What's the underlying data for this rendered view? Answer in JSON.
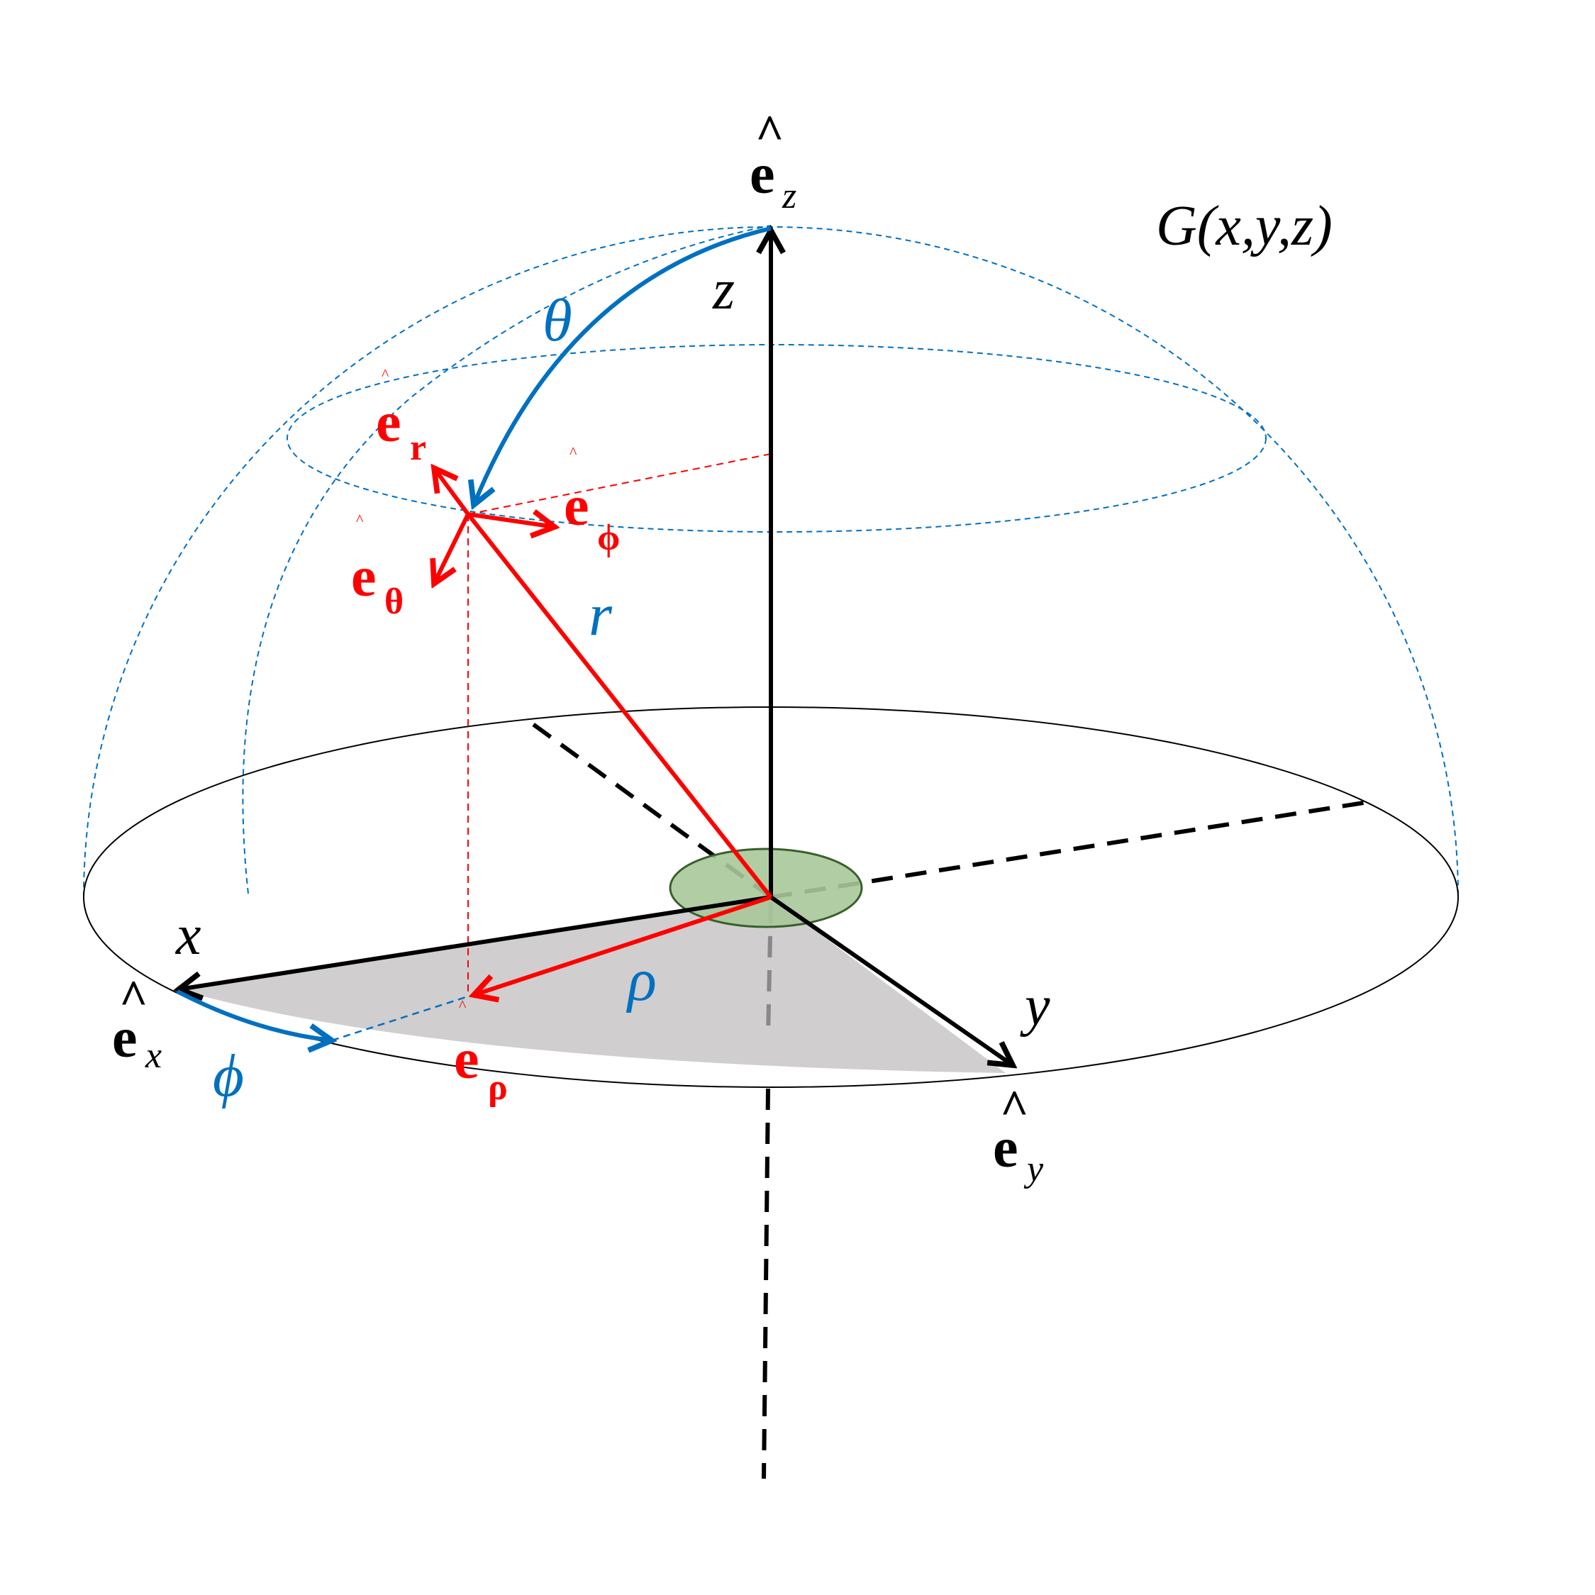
{
  "diagram": {
    "title": "G(x,y,z)",
    "axes": {
      "x": "x",
      "y": "y",
      "z": "z"
    },
    "unit_vectors": {
      "ex": {
        "base": "e",
        "sub": "x"
      },
      "ey": {
        "base": "e",
        "sub": "y"
      },
      "ez": {
        "base": "e",
        "sub": "z"
      }
    },
    "local_vectors": {
      "er": {
        "base": "e",
        "sub": "r"
      },
      "etheta": {
        "base": "e",
        "sub": "θ"
      },
      "ephi": {
        "base": "e",
        "sub": "ϕ"
      },
      "erho": {
        "base": "e",
        "sub": "ρ"
      }
    },
    "quantities": {
      "theta": "θ",
      "phi": "ϕ",
      "r": "r",
      "rho": "ρ"
    },
    "hat": "^",
    "colors": {
      "axis": "#000000",
      "vector": "#ff0000",
      "angle": "#0070c0",
      "shade": "#d0cece",
      "origin_fill": "#a9c89a",
      "origin_stroke": "#38602c"
    }
  }
}
